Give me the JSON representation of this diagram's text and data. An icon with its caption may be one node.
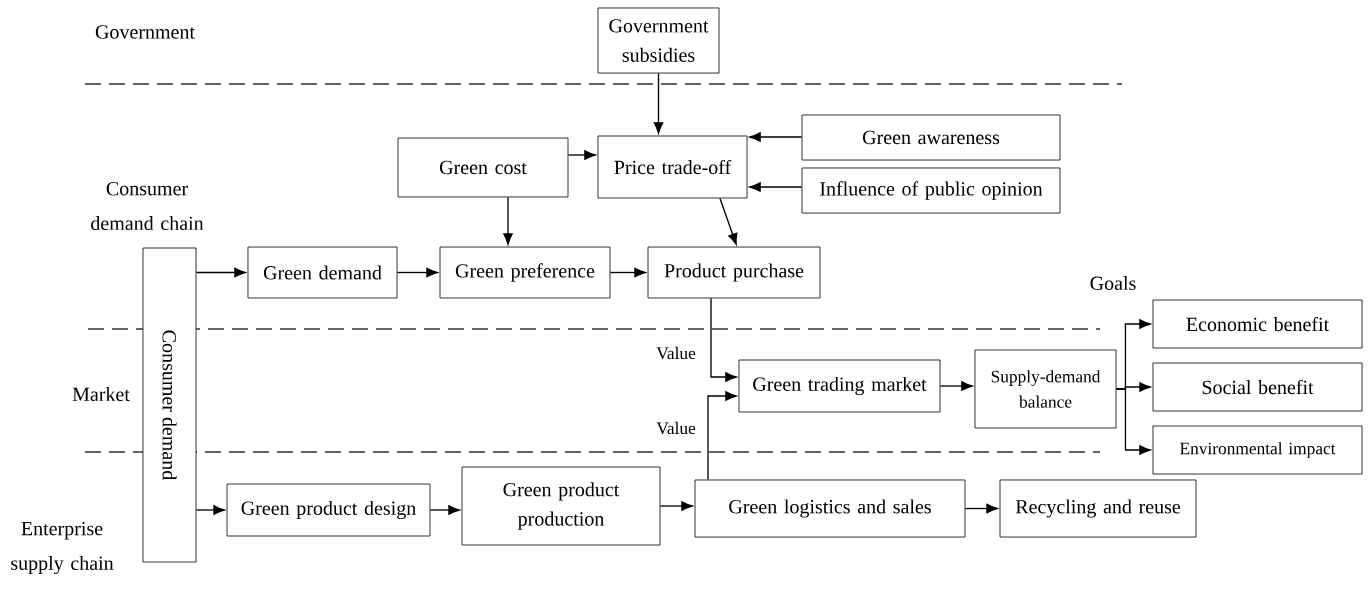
{
  "diagram": {
    "nodes": [
      {
        "text": [
          "Government subsidies"
        ]
      },
      {
        "text": [
          "Green awareness"
        ]
      },
      {
        "text": [
          "Green cost"
        ]
      },
      {
        "text": [
          "Price trade-off"
        ]
      },
      {
        "text": [
          "Influence of public opinion"
        ]
      },
      {
        "text": [
          "Consumer demand"
        ]
      },
      {
        "text": [
          "Green demand"
        ]
      },
      {
        "text": [
          "Green preference"
        ]
      },
      {
        "text": [
          "Product purchase"
        ]
      },
      {
        "text": [
          "Economic benefit"
        ]
      },
      {
        "text": [
          "Green trading market"
        ]
      },
      {
        "text": [
          "Supply-demand balance"
        ]
      },
      {
        "text": [
          "Social benefit"
        ]
      },
      {
        "text": [
          "Environmental impact"
        ]
      },
      {
        "text": [
          "Green product design"
        ]
      },
      {
        "text": [
          "Green product production"
        ]
      },
      {
        "text": [
          "Green logistics and sales"
        ]
      },
      {
        "text": [
          "Recycling and reuse"
        ]
      }
    ],
    "edges": [
      {
        "from": 0,
        "to": 3,
        "arrow": "to"
      },
      {
        "from": 1,
        "to": 3,
        "arrow": "to"
      },
      {
        "from": 4,
        "to": 3,
        "arrow": "to"
      },
      {
        "from": 2,
        "to": 3,
        "arrow": "to"
      },
      {
        "from": 2,
        "to": 7,
        "arrow": "to"
      },
      {
        "from": 3,
        "to": 8,
        "arrow": "to"
      },
      {
        "from": 5,
        "to": 6,
        "arrow": "to"
      },
      {
        "from": 6,
        "to": 7,
        "arrow": "to"
      },
      {
        "from": 7,
        "to": 8,
        "arrow": "to"
      },
      {
        "from": 8,
        "to": 10,
        "arrow": "to",
        "label": "Value"
      },
      {
        "from": 16,
        "to": 10,
        "arrow": "to",
        "label": "Value"
      },
      {
        "from": 10,
        "to": 11,
        "arrow": "to"
      },
      {
        "from": 11,
        "to": 9,
        "arrow": "to"
      },
      {
        "from": 11,
        "to": 12,
        "arrow": "to"
      },
      {
        "from": 11,
        "to": 13,
        "arrow": "to"
      },
      {
        "from": 5,
        "to": 14,
        "arrow": "to"
      },
      {
        "from": 14,
        "to": 15,
        "arrow": "to"
      },
      {
        "from": 15,
        "to": 16,
        "arrow": "to"
      },
      {
        "from": 16,
        "to": 17,
        "arrow": "to"
      }
    ],
    "labels": [
      "Government",
      "Consumer demand chain",
      "Goals",
      "Market",
      "Enterprise supply chain"
    ]
  }
}
